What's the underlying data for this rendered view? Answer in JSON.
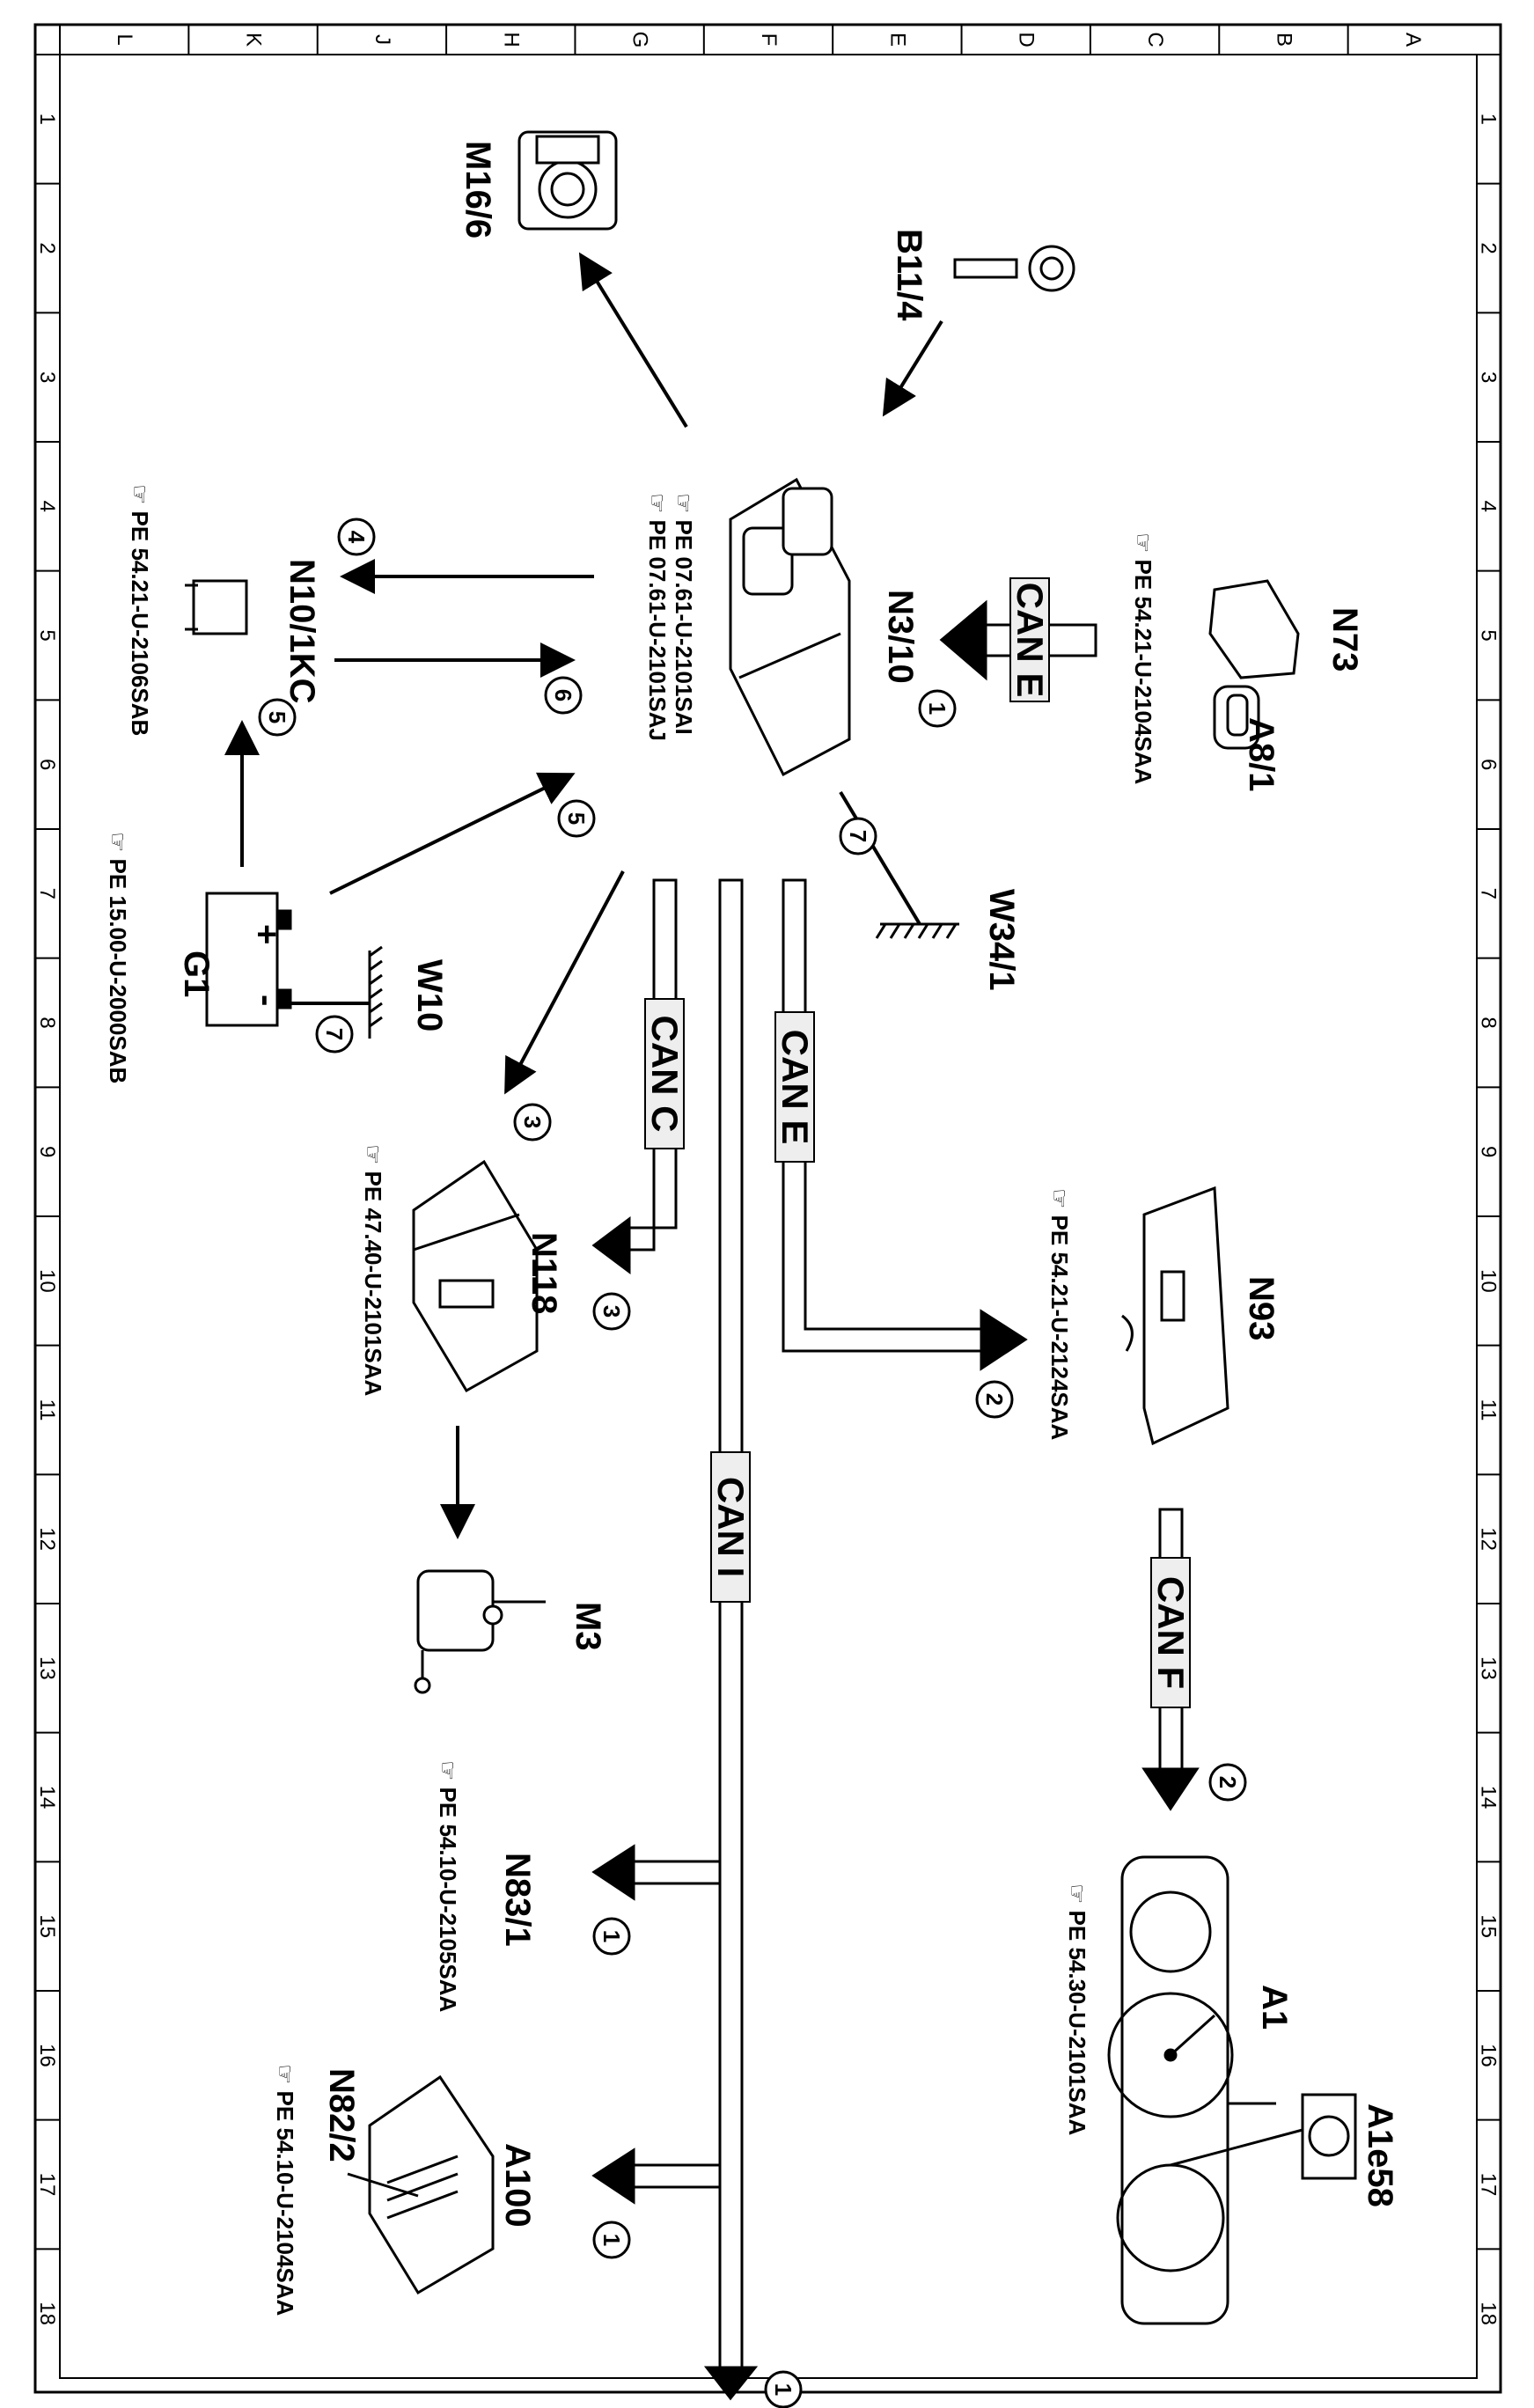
{
  "grid": {
    "columns": [
      "L",
      "K",
      "J",
      "H",
      "G",
      "F",
      "E",
      "D",
      "C",
      "B",
      "A"
    ],
    "rows": [
      "1",
      "2",
      "3",
      "4",
      "5",
      "6",
      "7",
      "8",
      "9",
      "10",
      "11",
      "12",
      "13",
      "14",
      "15",
      "16",
      "17",
      "18"
    ]
  },
  "components": {
    "M16_6": {
      "label": "M16/6"
    },
    "B11_4": {
      "label": "B11/4"
    },
    "N3_10": {
      "label": "N3/10",
      "refs": [
        "PE 07.61-U-2101SAI",
        "PE 07.61-U-2101SAJ"
      ]
    },
    "N73": {
      "label": "N73",
      "ref": "PE 54.21-U-2104SAA"
    },
    "A8_1": {
      "label": "A8/1"
    },
    "N10_1KC": {
      "label": "N10/1KC",
      "ref": "PE 54.21-U-2106SAB"
    },
    "G1": {
      "label": "G1",
      "ref": "PE 15.00-U-2000SAB",
      "plus": "+",
      "minus": "-"
    },
    "W10": {
      "label": "W10"
    },
    "W34_1": {
      "label": "W34/1"
    },
    "N118": {
      "label": "N118",
      "ref": "PE 47.40-U-2101SAA"
    },
    "N93": {
      "label": "N93",
      "ref": "PE 54.21-U-2124SAA"
    },
    "M3": {
      "label": "M3"
    },
    "A1": {
      "label": "A1",
      "ref": "PE 54.30-U-2101SAA"
    },
    "A1e58": {
      "label": "A1e58"
    },
    "N83_1": {
      "label": "N83/1",
      "ref": "PE 54.10-U-2105SAA"
    },
    "A100": {
      "label": "A100"
    },
    "N82_2": {
      "label": "N82/2",
      "ref": "PE 54.10-U-2104SAA"
    }
  },
  "buses": {
    "can_e_top": "CAN E",
    "can_e": "CAN E",
    "can_c": "CAN C",
    "can_i": "CAN I",
    "can_f": "CAN F"
  },
  "signals": {
    "n73_to_n310": "1",
    "w34_ground": "7",
    "n310_to_n10_out": "4",
    "n10_to_n310_in": "6",
    "g1_to_n10": "5",
    "g1_to_n310": "5",
    "w10_ground": "7",
    "n310_to_n118_arrow": "3",
    "can_c_to_n118": "3",
    "can_e_to_n93": "2",
    "can_f_to_a1": "2",
    "can_i_to_n83_1": "1",
    "can_i_to_a100": "1",
    "can_i_end": "1"
  },
  "colors": {
    "line": "#000000",
    "bus_fill": "#ffffff",
    "label_box": "#f2f2f2"
  }
}
